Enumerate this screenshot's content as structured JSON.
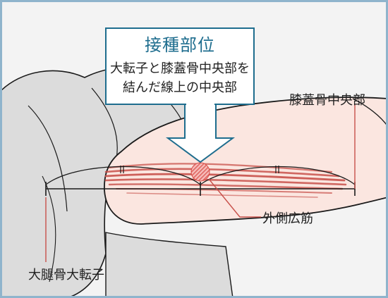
{
  "callout": {
    "title": "接種部位",
    "line1": "大転子と膝蓋骨中央部を",
    "line2": "結んだ線上の中央部"
  },
  "labels": {
    "patella_center": "膝蓋骨中央部",
    "vastus_lateralis": "外側広筋",
    "greater_trochanter": "大腿骨大転子"
  },
  "colors": {
    "frame": "#8fb4cc",
    "background": "#f3f3f3",
    "fabric": "#dcdcdc",
    "skin": "#fbe6e0",
    "muscle": "#c8504a",
    "injection_site": "#d94b46",
    "callout_border": "#1e6d8e",
    "callout_title": "#1e6d8e",
    "leader_line": "#c8504a"
  }
}
